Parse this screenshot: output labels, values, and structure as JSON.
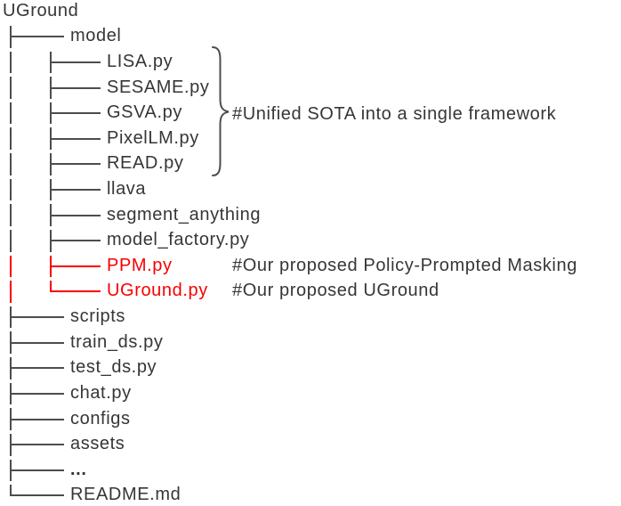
{
  "colors": {
    "line_gray": "#4d4d4d",
    "text_dark": "#363636",
    "highlight_red": "#f80000"
  },
  "tree": {
    "root": "UGround",
    "brace_annotation": "#Unified SOTA into a single framework",
    "rows": [
      {
        "label": "model",
        "depth": 1,
        "connector": "tee",
        "red": false
      },
      {
        "label": "LISA.py",
        "depth": 2,
        "connector": "tee",
        "red": false
      },
      {
        "label": "SESAME.py",
        "depth": 2,
        "connector": "tee",
        "red": false
      },
      {
        "label": "GSVA.py",
        "depth": 2,
        "connector": "tee",
        "red": false
      },
      {
        "label": "PixelLM.py",
        "depth": 2,
        "connector": "tee",
        "red": false
      },
      {
        "label": "READ.py",
        "depth": 2,
        "connector": "tee",
        "red": false
      },
      {
        "label": "llava",
        "depth": 2,
        "connector": "tee",
        "red": false
      },
      {
        "label": "segment_anything",
        "depth": 2,
        "connector": "tee",
        "red": false
      },
      {
        "label": "model_factory.py",
        "depth": 2,
        "connector": "tee",
        "red": false
      },
      {
        "label": "PPM.py",
        "depth": 2,
        "connector": "tee",
        "red": true,
        "annotation": "#Our proposed Policy-Prompted Masking"
      },
      {
        "label": "UGround.py",
        "depth": 2,
        "connector": "corner",
        "red": true,
        "annotation": "#Our proposed UGround"
      },
      {
        "label": "scripts",
        "depth": 1,
        "connector": "tee",
        "red": false
      },
      {
        "label": "train_ds.py",
        "depth": 1,
        "connector": "tee",
        "red": false
      },
      {
        "label": "test_ds.py",
        "depth": 1,
        "connector": "tee",
        "red": false
      },
      {
        "label": "chat.py",
        "depth": 1,
        "connector": "tee",
        "red": false
      },
      {
        "label": "configs",
        "depth": 1,
        "connector": "tee",
        "red": false
      },
      {
        "label": "assets",
        "depth": 1,
        "connector": "tee",
        "red": false
      },
      {
        "label": "...",
        "depth": 1,
        "connector": "tee",
        "red": false,
        "bold": true
      },
      {
        "label": "README.md",
        "depth": 1,
        "connector": "corner",
        "red": false
      }
    ]
  }
}
